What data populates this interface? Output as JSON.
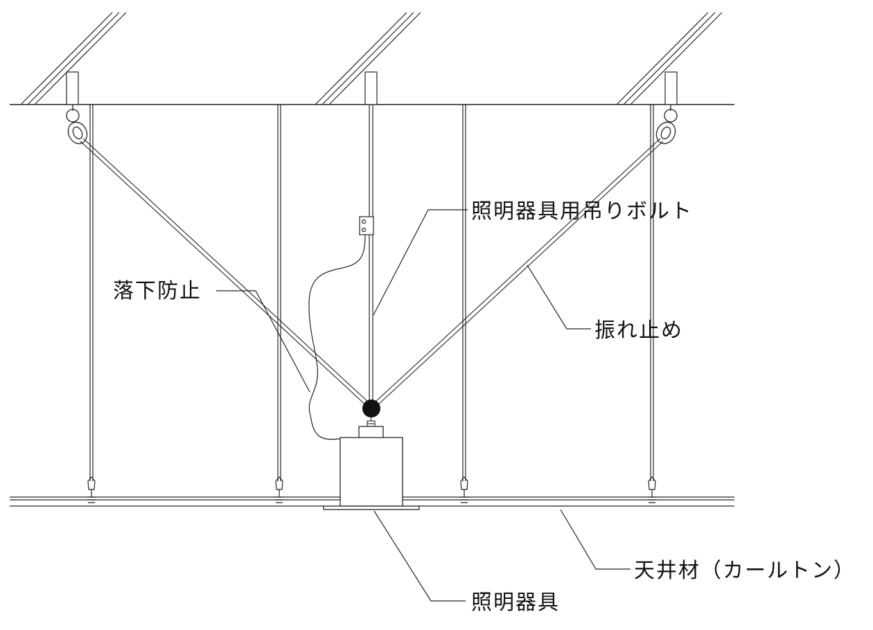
{
  "labels": {
    "hanger_bolt": "照明器具用吊りボルト",
    "fall_prevention": "落下防止",
    "sway_brace": "振れ止め",
    "ceiling_material": "天井材（カールトン）",
    "lighting_fixture": "照明器具"
  }
}
